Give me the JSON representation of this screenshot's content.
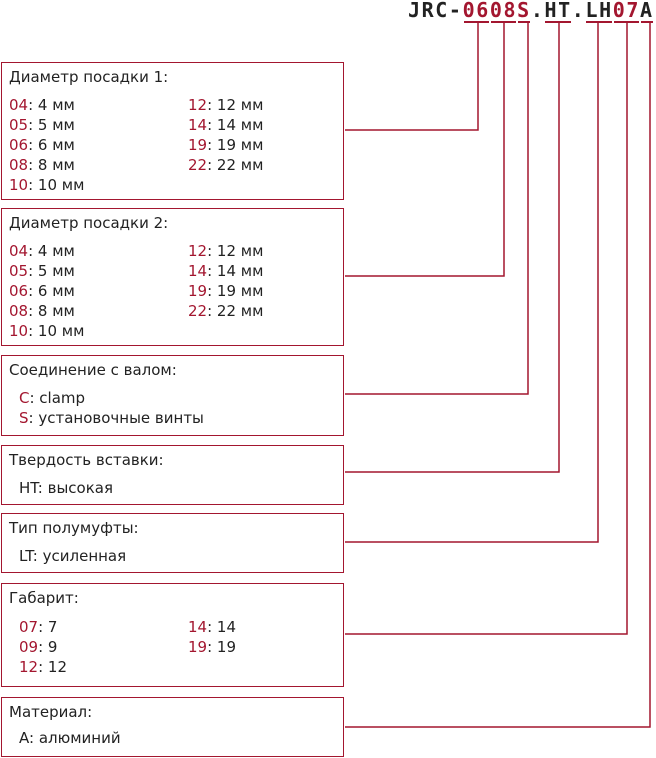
{
  "accent": "#a3162f",
  "code": {
    "prefix": "JRC-",
    "d1": "06",
    "d2": "08",
    "conn": "S",
    "dot1": ".",
    "hardness": "HT",
    "dot2": ".",
    "type": "LH",
    "size": "07",
    "material": "A"
  },
  "boxes": [
    {
      "title": "Диаметр посадки 1:",
      "left": [
        {
          "key": "04",
          "text": ": 4 мм"
        },
        {
          "key": "05",
          "text": ": 5 мм"
        },
        {
          "key": "06",
          "text": ": 6 мм"
        },
        {
          "key": "08",
          "text": ": 8 мм"
        },
        {
          "key": "10",
          "text": ": 10 мм"
        }
      ],
      "right": [
        {
          "key": "12",
          "text": ": 12 мм"
        },
        {
          "key": "14",
          "text": ": 14 мм"
        },
        {
          "key": "19",
          "text": ": 19 мм"
        },
        {
          "key": "22",
          "text": ": 22 мм"
        }
      ]
    },
    {
      "title": "Диаметр посадки 2:",
      "left": [
        {
          "key": "04",
          "text": ": 4 мм"
        },
        {
          "key": "05",
          "text": ": 5 мм"
        },
        {
          "key": "06",
          "text": ": 6 мм"
        },
        {
          "key": "08",
          "text": ": 8 мм"
        },
        {
          "key": "10",
          "text": ": 10 мм"
        }
      ],
      "right": [
        {
          "key": "12",
          "text": ": 12 мм"
        },
        {
          "key": "14",
          "text": ": 14 мм"
        },
        {
          "key": "19",
          "text": ": 19 мм"
        },
        {
          "key": "22",
          "text": ": 22 мм"
        }
      ]
    },
    {
      "title": "Соединение с валом:",
      "left": [
        {
          "key": "C",
          "text": ": clamp"
        },
        {
          "key": "S",
          "text": ": установочные винты"
        }
      ],
      "right": []
    },
    {
      "title": "Твердость вставки:",
      "left": [
        {
          "key": "",
          "text": "HT: высокая"
        }
      ],
      "right": []
    },
    {
      "title": "Тип полумуфты:",
      "left": [
        {
          "key": "",
          "text": "LT: усиленная"
        }
      ],
      "right": []
    },
    {
      "title": "Габарит:",
      "left": [
        {
          "key": "07",
          "text": ": 7"
        },
        {
          "key": "09",
          "text": ": 9"
        },
        {
          "key": "12",
          "text": ": 12"
        }
      ],
      "right": [
        {
          "key": "14",
          "text": ": 14"
        },
        {
          "key": "19",
          "text": ": 19"
        }
      ]
    },
    {
      "title": "Материал:",
      "left": [
        {
          "key": "",
          "text": "A: алюминий"
        }
      ],
      "right": []
    }
  ]
}
